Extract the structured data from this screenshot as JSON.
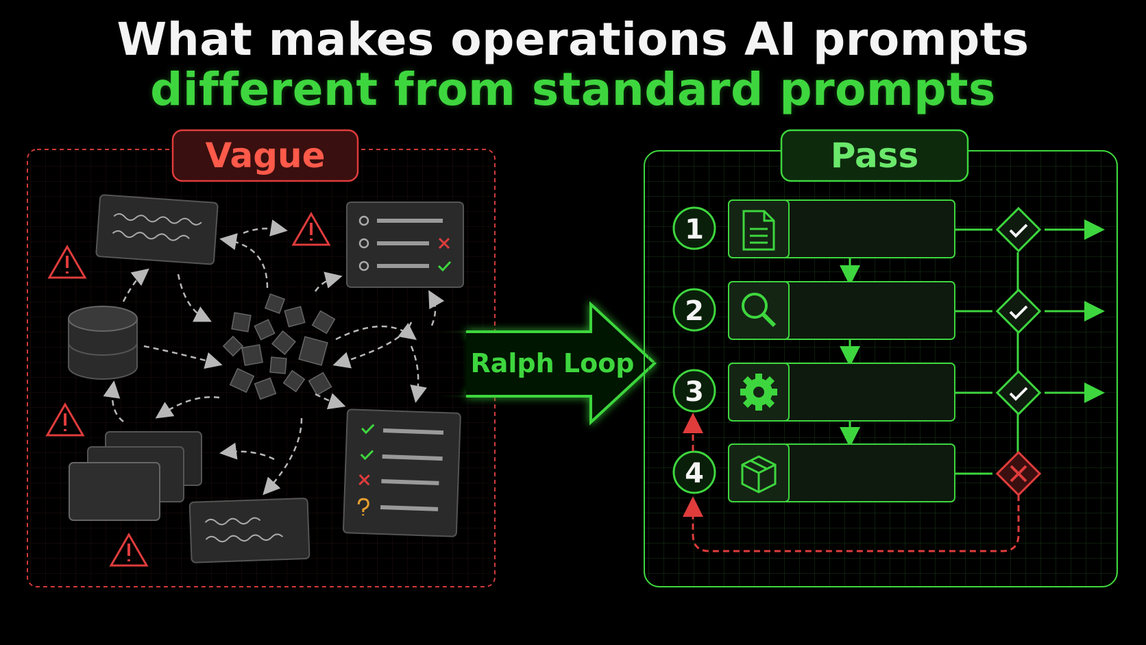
{
  "title": {
    "line1": "What makes operations AI prompts",
    "line2": "different from standard prompts"
  },
  "left_panel": {
    "label": "Vague"
  },
  "center": {
    "label": "Ralph Loop"
  },
  "right_panel": {
    "label": "Pass",
    "steps": [
      {
        "number": "1",
        "icon": "document-icon",
        "result": "check-icon"
      },
      {
        "number": "2",
        "icon": "search-icon",
        "result": "check-icon"
      },
      {
        "number": "3",
        "icon": "gear-icon",
        "result": "check-icon"
      },
      {
        "number": "4",
        "icon": "box-icon",
        "result": "x-icon"
      }
    ]
  },
  "colors": {
    "green": "#3ed63e",
    "red": "#e03c3c",
    "white": "#f4f4f4",
    "background": "#000000"
  }
}
